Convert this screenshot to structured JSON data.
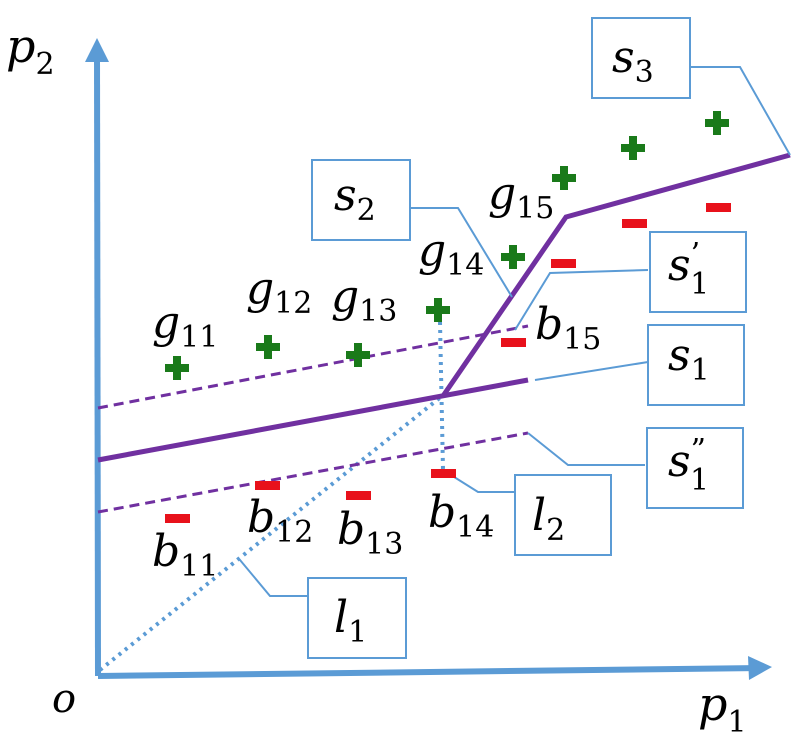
{
  "axes": {
    "origin": "o",
    "x_axis": {
      "var": "p",
      "sub": "1"
    },
    "y_axis": {
      "var": "p",
      "sub": "2"
    }
  },
  "good_labels": [
    {
      "var": "g",
      "sub": "11"
    },
    {
      "var": "g",
      "sub": "12"
    },
    {
      "var": "g",
      "sub": "13"
    },
    {
      "var": "g",
      "sub": "14"
    },
    {
      "var": "g",
      "sub": "15"
    }
  ],
  "bad_labels": [
    {
      "var": "b",
      "sub": "11"
    },
    {
      "var": "b",
      "sub": "12"
    },
    {
      "var": "b",
      "sub": "13"
    },
    {
      "var": "b",
      "sub": "14"
    },
    {
      "var": "b",
      "sub": "15"
    }
  ],
  "callouts": {
    "s3": {
      "var": "s",
      "sub": "3"
    },
    "s2": {
      "var": "s",
      "sub": "2"
    },
    "s1_prime": {
      "var": "s",
      "sub": "1",
      "sup": "’"
    },
    "s1": {
      "var": "s",
      "sub": "1"
    },
    "s1_dprime": {
      "var": "s",
      "sub": "1",
      "sup": "”"
    },
    "l2": {
      "var": "l",
      "sub": "2"
    },
    "l1": {
      "var": "l",
      "sub": "1"
    }
  },
  "colors": {
    "axis": "#5b9bd5",
    "separator": "#7030a0",
    "plus": "#1a7a1a",
    "minus": "#e8111b",
    "guide": "#5b9bd5",
    "box_border": "#5b9bd5"
  }
}
